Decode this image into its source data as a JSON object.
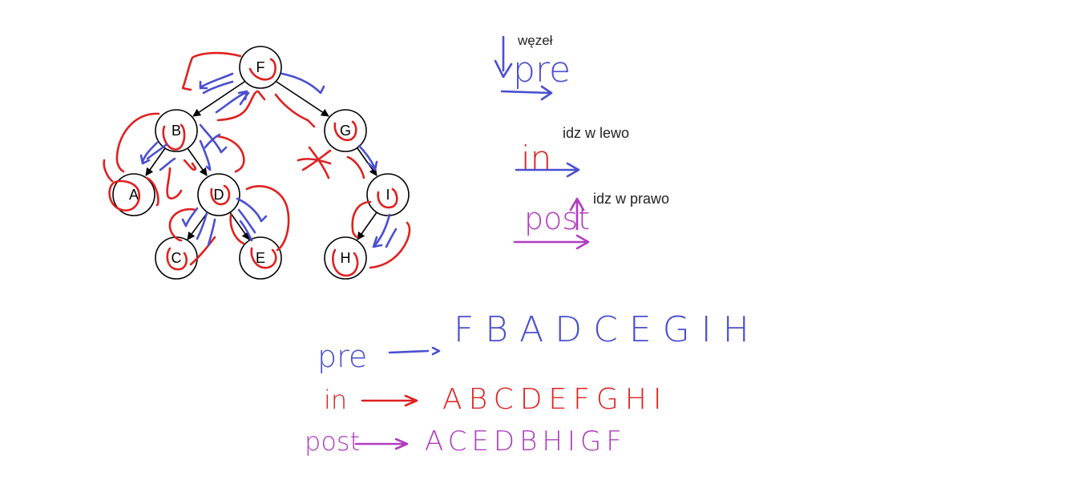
{
  "tree": {
    "nodes": [
      {
        "id": "F",
        "label": "F"
      },
      {
        "id": "B",
        "label": "B"
      },
      {
        "id": "G",
        "label": "G"
      },
      {
        "id": "A",
        "label": "A"
      },
      {
        "id": "D",
        "label": "D"
      },
      {
        "id": "I",
        "label": "I"
      },
      {
        "id": "C",
        "label": "C"
      },
      {
        "id": "E",
        "label": "E"
      },
      {
        "id": "H",
        "label": "H"
      }
    ],
    "edges": [
      {
        "from": "F",
        "to": "B"
      },
      {
        "from": "F",
        "to": "G"
      },
      {
        "from": "B",
        "to": "A"
      },
      {
        "from": "B",
        "to": "D"
      },
      {
        "from": "D",
        "to": "C"
      },
      {
        "from": "D",
        "to": "E"
      },
      {
        "from": "G",
        "to": "I"
      },
      {
        "from": "I",
        "to": "H"
      }
    ]
  },
  "legend": {
    "node_label": "węzeł",
    "pre_label": "pre",
    "in_label": "in",
    "in_note": "idz w lewo",
    "post_label": "post",
    "post_note": "idz w prawo"
  },
  "results": {
    "pre": {
      "prefix": "pre",
      "sequence": "FBADCEGIH"
    },
    "in": {
      "prefix": "in",
      "sequence": "ABCDEFGHI"
    },
    "post": {
      "prefix": "post",
      "sequence": "ACEDBHIGF"
    }
  },
  "colors": {
    "pre": "#4a4fcf",
    "in": "#e02020",
    "post": "#b03cc0"
  }
}
